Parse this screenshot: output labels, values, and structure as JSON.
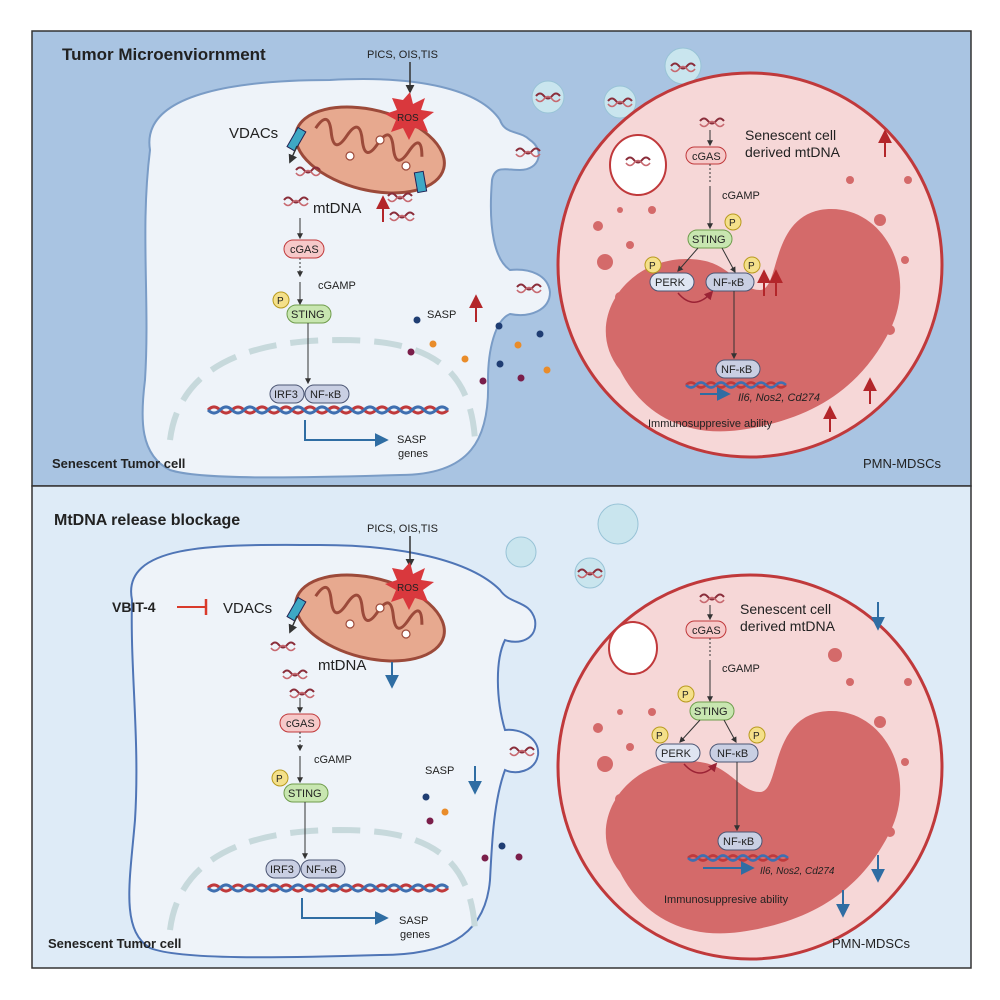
{
  "panel_top": {
    "title": "Tumor Microenviornment",
    "stimulus": "PICS, OIS,TIS",
    "ros": "ROS",
    "vdacs": "VDACs",
    "mtdna": "mtDNA",
    "cgas": "cGAS",
    "cgamp": "cGAMP",
    "p": "P",
    "sting": "STING",
    "irf3": "IRF3",
    "nfkb": "NF-κB",
    "sasp": "SASP",
    "sasp_genes_line1": "SASP",
    "sasp_genes_line2": "genes",
    "cell_label": "Senescent Tumor cell",
    "mdsc_label": "PMN-MDSCs",
    "mdsc_mtdna_line1": "Senescent cell",
    "mdsc_mtdna_line2": "derived mtDNA",
    "perk": "PERK",
    "genes": "Il6, Nos2, Cd274",
    "immuno": "Immunosuppresive ability"
  },
  "panel_bottom": {
    "title": "MtDNA release blockage",
    "stimulus": "PICS, OIS,TIS",
    "ros": "ROS",
    "inhibitor": "VBIT-4",
    "vdacs": "VDACs",
    "mtdna": "mtDNA",
    "cgas": "cGAS",
    "cgamp": "cGAMP",
    "p": "P",
    "sting": "STING",
    "irf3": "IRF3",
    "nfkb": "NF-κB",
    "sasp": "SASP",
    "sasp_genes_line1": "SASP",
    "sasp_genes_line2": "genes",
    "cell_label": "Senescent Tumor cell",
    "mdsc_label": "PMN-MDSCs",
    "mdsc_mtdna_line1": "Senescent cell",
    "mdsc_mtdna_line2": "derived mtDNA",
    "perk": "PERK",
    "genes": "Il6, Nos2, Cd274",
    "immuno": "Immunosuppresive ability"
  },
  "colors": {
    "top_bg": "#a9c4e2",
    "bottom_bg": "#deebf7",
    "mdsc_fill": "#f6d7d7",
    "mdsc_stroke": "#c0393b",
    "nucleus_fill": "#d46a6a",
    "mito_fill": "#e7a98f",
    "up_arrow": "#b3262a",
    "down_arrow": "#2f6da3",
    "inhibitor": "#d93a2b"
  }
}
